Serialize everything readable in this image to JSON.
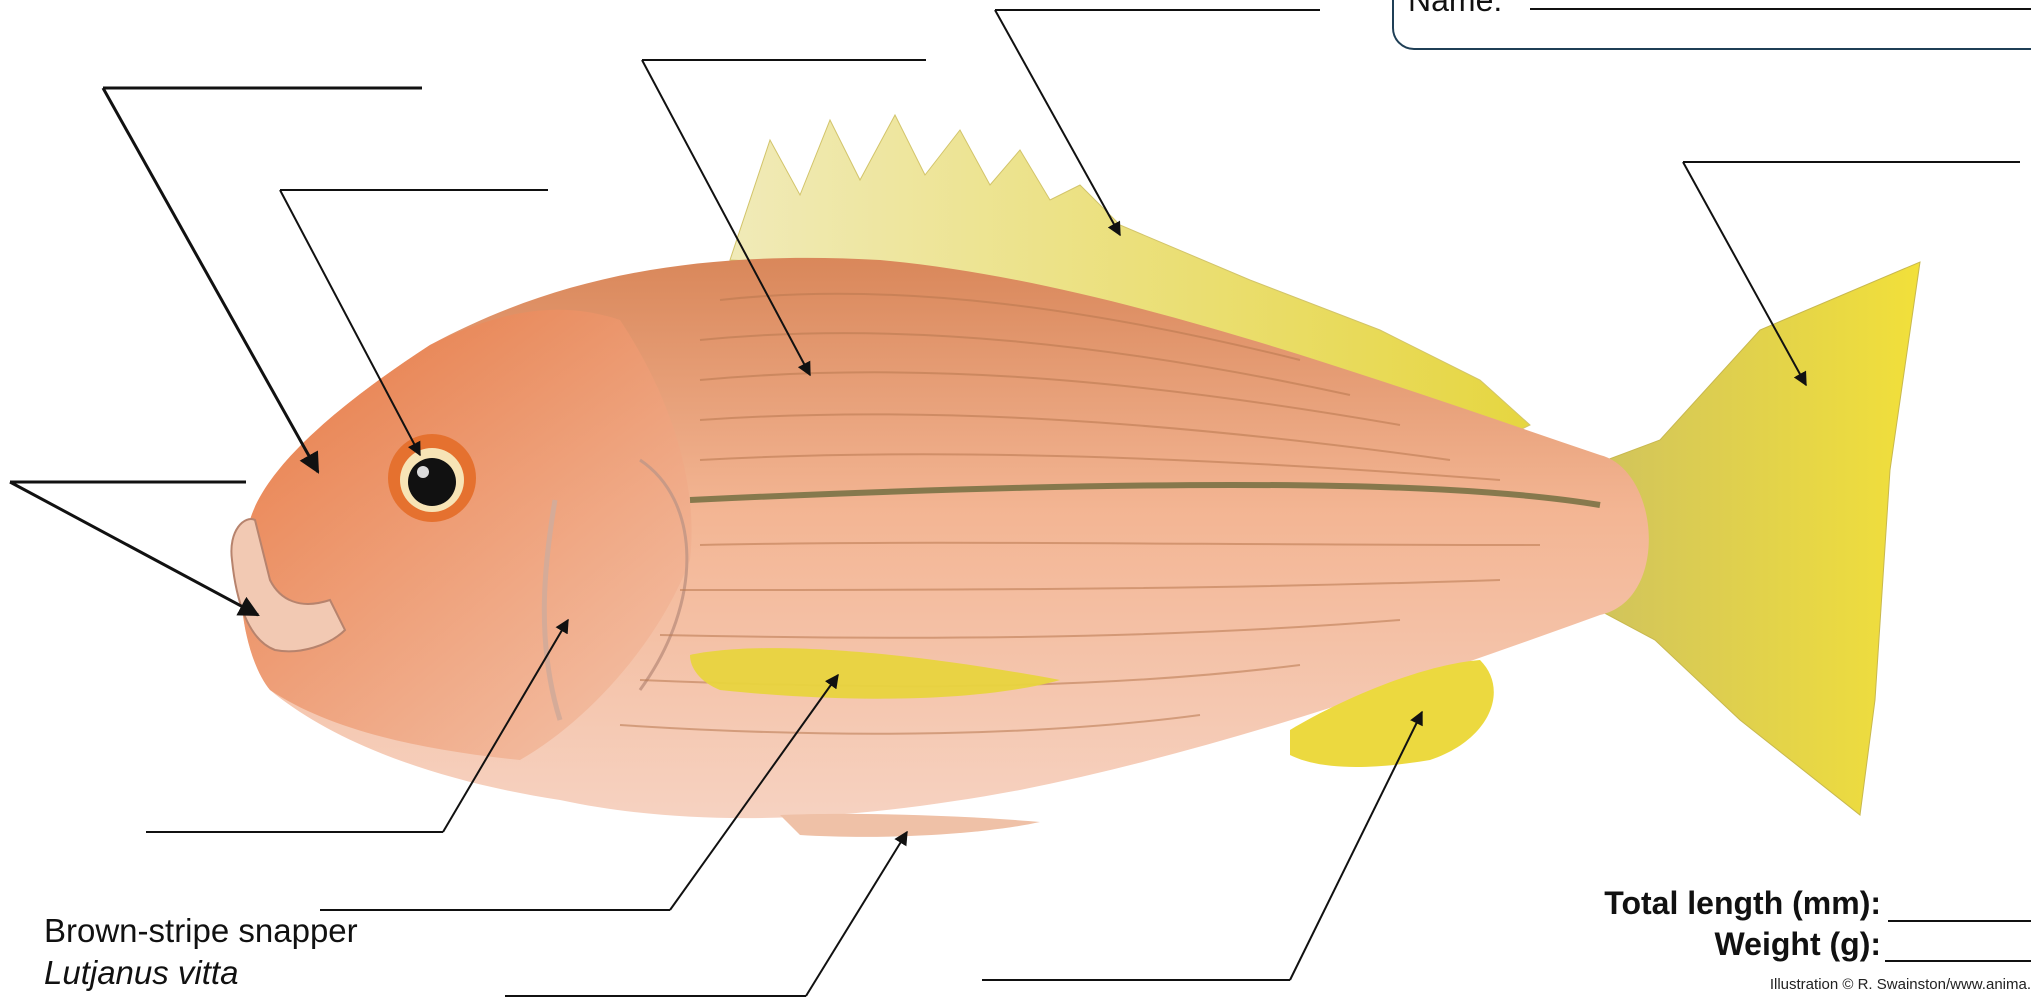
{
  "worksheet": {
    "name_label": "Name: ",
    "species_common": "Brown-stripe snapper",
    "species_scientific": "Lutjanus vitta",
    "total_length_label": "Total length (mm):",
    "weight_label": "Weight (g):",
    "credit": "Illustration © R. Swainston/www.anima."
  },
  "colors": {
    "body": "#f0b48e",
    "head": "#e8844f",
    "fin_yellow": "#e9d743",
    "stripe": "#6b6a3c",
    "box_border": "#1f3f56"
  }
}
